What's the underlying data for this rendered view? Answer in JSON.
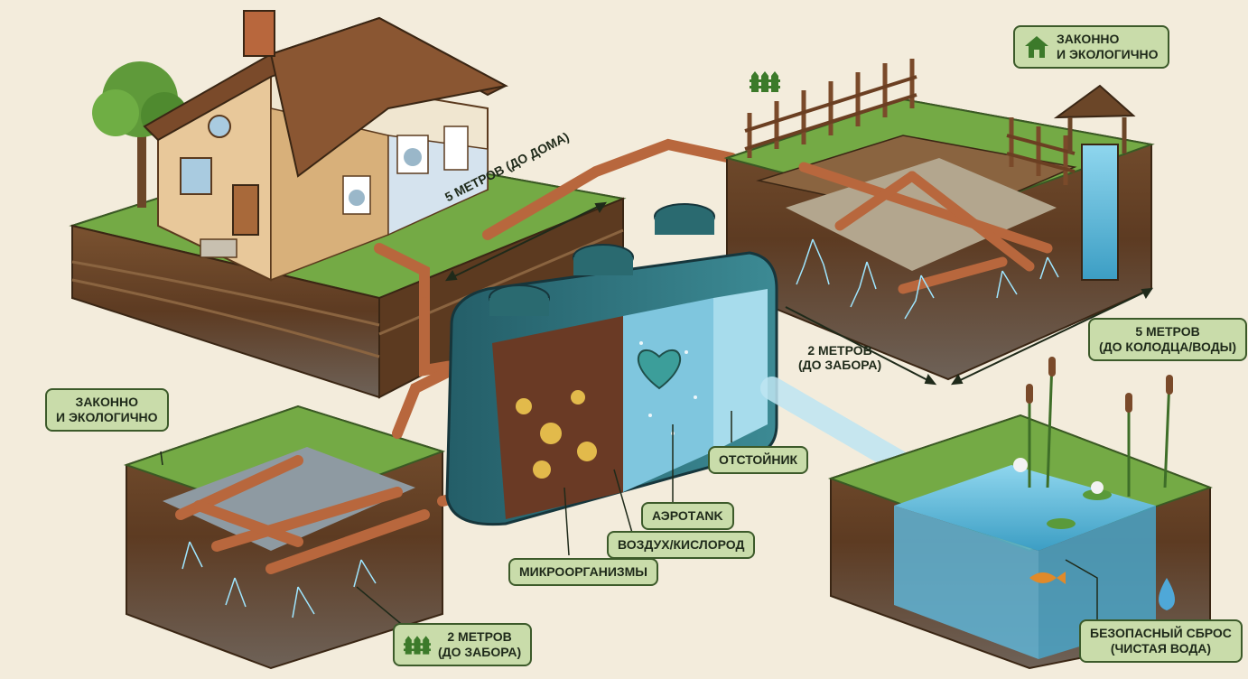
{
  "labels": {
    "legal_top": {
      "line1": "Законно",
      "line2": "и экологично"
    },
    "legal_left": {
      "line1": "Законно",
      "line2": "и экологично"
    },
    "fence_2m_bottom": {
      "line1": "2 метров",
      "line2": "(до забора)"
    },
    "house_5m": "5 метров (до дома)",
    "fence_2m_mid": {
      "line1": "2 метров",
      "line2": "(до забора)"
    },
    "well_5m": {
      "line1": "5 метров",
      "line2": "(до колодца/воды)"
    },
    "settler": "Отстойник",
    "aerotank": "Аэротank",
    "air": "Воздух/кислород",
    "microbes": "Микроорганизмы",
    "safe_discharge": {
      "line1": "Безопасный сброс",
      "line2": "(чистая вода)"
    }
  },
  "colors": {
    "label_bg": "#c9dcaa",
    "label_border": "#3c5a2a",
    "grass": "#6fa544",
    "soil": "#6b4628",
    "pipe": "#b8673d",
    "tank": "#2c6e78",
    "water": "#6ec3df",
    "background": "#f3ecdc"
  },
  "icons": {
    "house_icon": "house-icon",
    "fence_icon": "fence-icon",
    "drop_icon": "water-drop-icon"
  }
}
